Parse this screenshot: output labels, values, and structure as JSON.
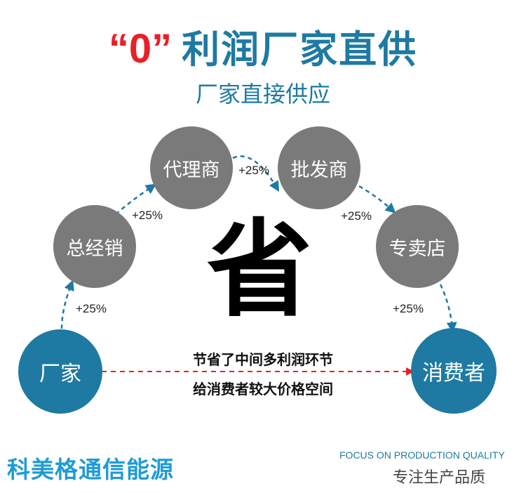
{
  "title": {
    "zero": "“0”",
    "main": "利润厂家直供"
  },
  "subtitle": "厂家直接供应",
  "nodes": {
    "factory": "厂家",
    "distributor": "总经销",
    "agent": "代理商",
    "wholesaler": "批发商",
    "store": "专卖店",
    "consumer": "消费者"
  },
  "markups": [
    "+25%",
    "+25%",
    "+25%",
    "+25%",
    "+25%"
  ],
  "save_char": "省",
  "notes": [
    "节省了中间多利润环节",
    "给消费者较大价格空间"
  ],
  "footer": {
    "brand": "科美格通信能源",
    "slogan_en": "FOCUS ON PRODUCTION QUALITY",
    "slogan_cn": "专注生产品质"
  },
  "colors": {
    "accent_blue": "#1e7aa2",
    "zero_red": "#e8202a",
    "node_grey": "#7a7a7a",
    "brand_blue": "#1f9bd5"
  }
}
